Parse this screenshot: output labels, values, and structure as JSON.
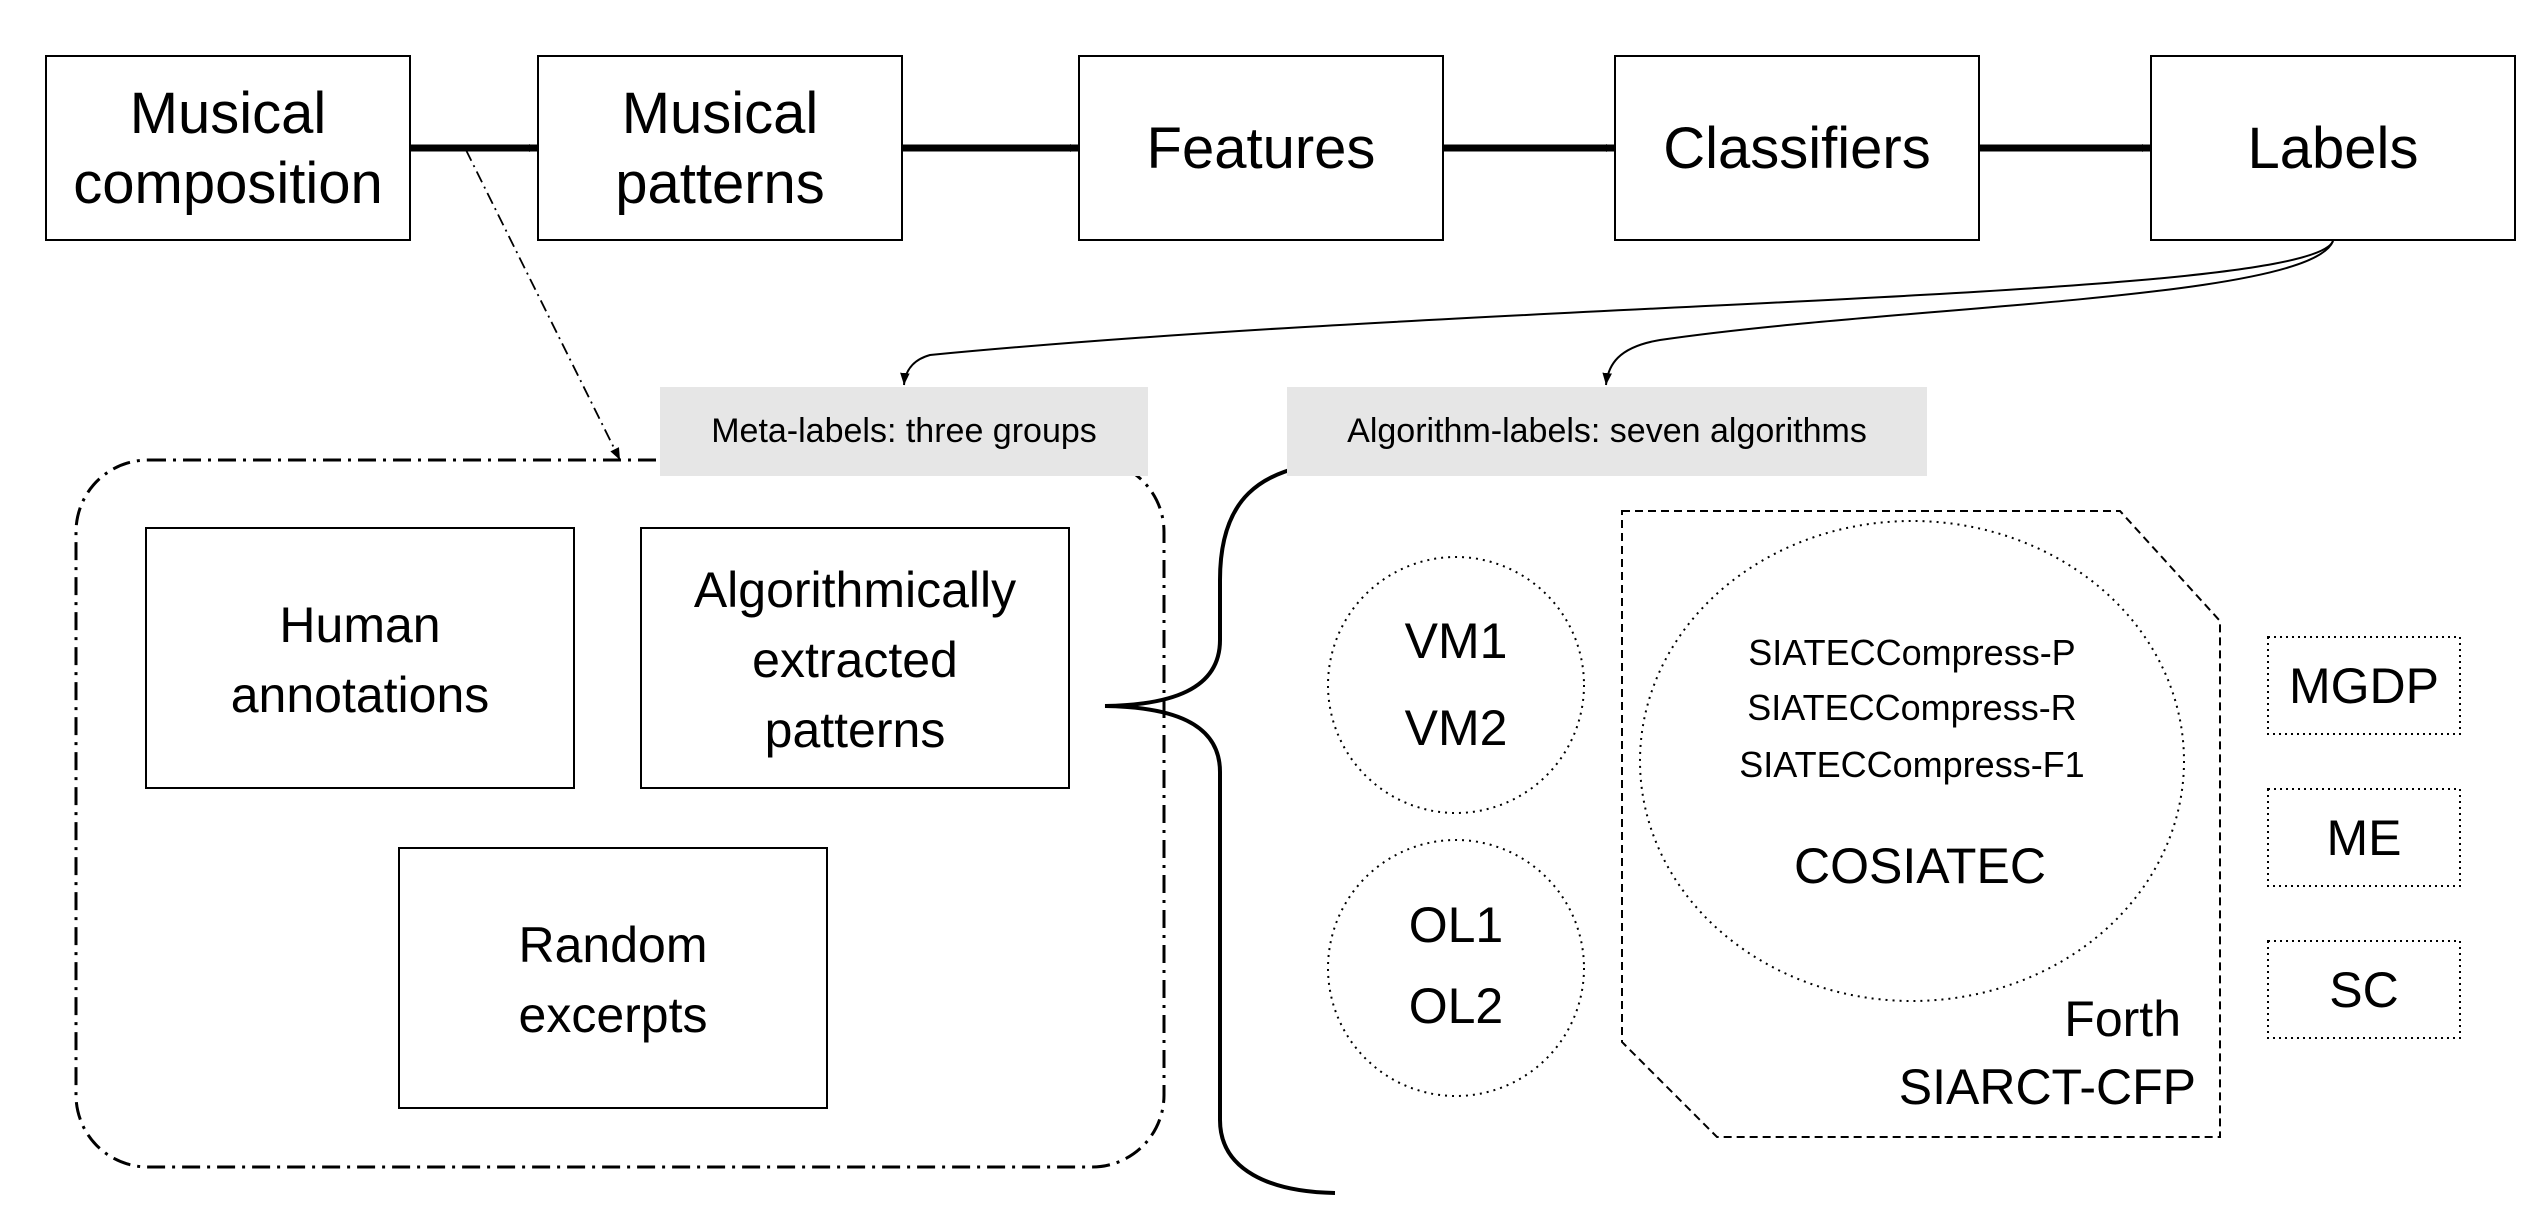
{
  "pipeline": {
    "composition": [
      "Musical",
      "composition"
    ],
    "patterns": [
      "Musical",
      "patterns"
    ],
    "features": "Features",
    "classifiers": "Classifiers",
    "labels": "Labels"
  },
  "meta_labels": {
    "title": "Meta-labels: three groups",
    "human": [
      "Human",
      "annotations"
    ],
    "algorithmic": [
      "Algorithmically",
      "extracted",
      "patterns"
    ],
    "random": [
      "Random",
      "excerpts"
    ]
  },
  "algorithm_labels": {
    "title": "Algorithm-labels: seven algorithms",
    "vm": [
      "VM1",
      "VM2"
    ],
    "ol": [
      "OL1",
      "OL2"
    ],
    "siatec": [
      "SIATECCompress-P",
      "SIATECCompress-R",
      "SIATECCompress-F1"
    ],
    "cosiatec": "COSIATEC",
    "forth": "Forth",
    "siarct": "SIARCT-CFP",
    "mgdp": "MGDP",
    "me": "ME",
    "sc": "SC"
  }
}
